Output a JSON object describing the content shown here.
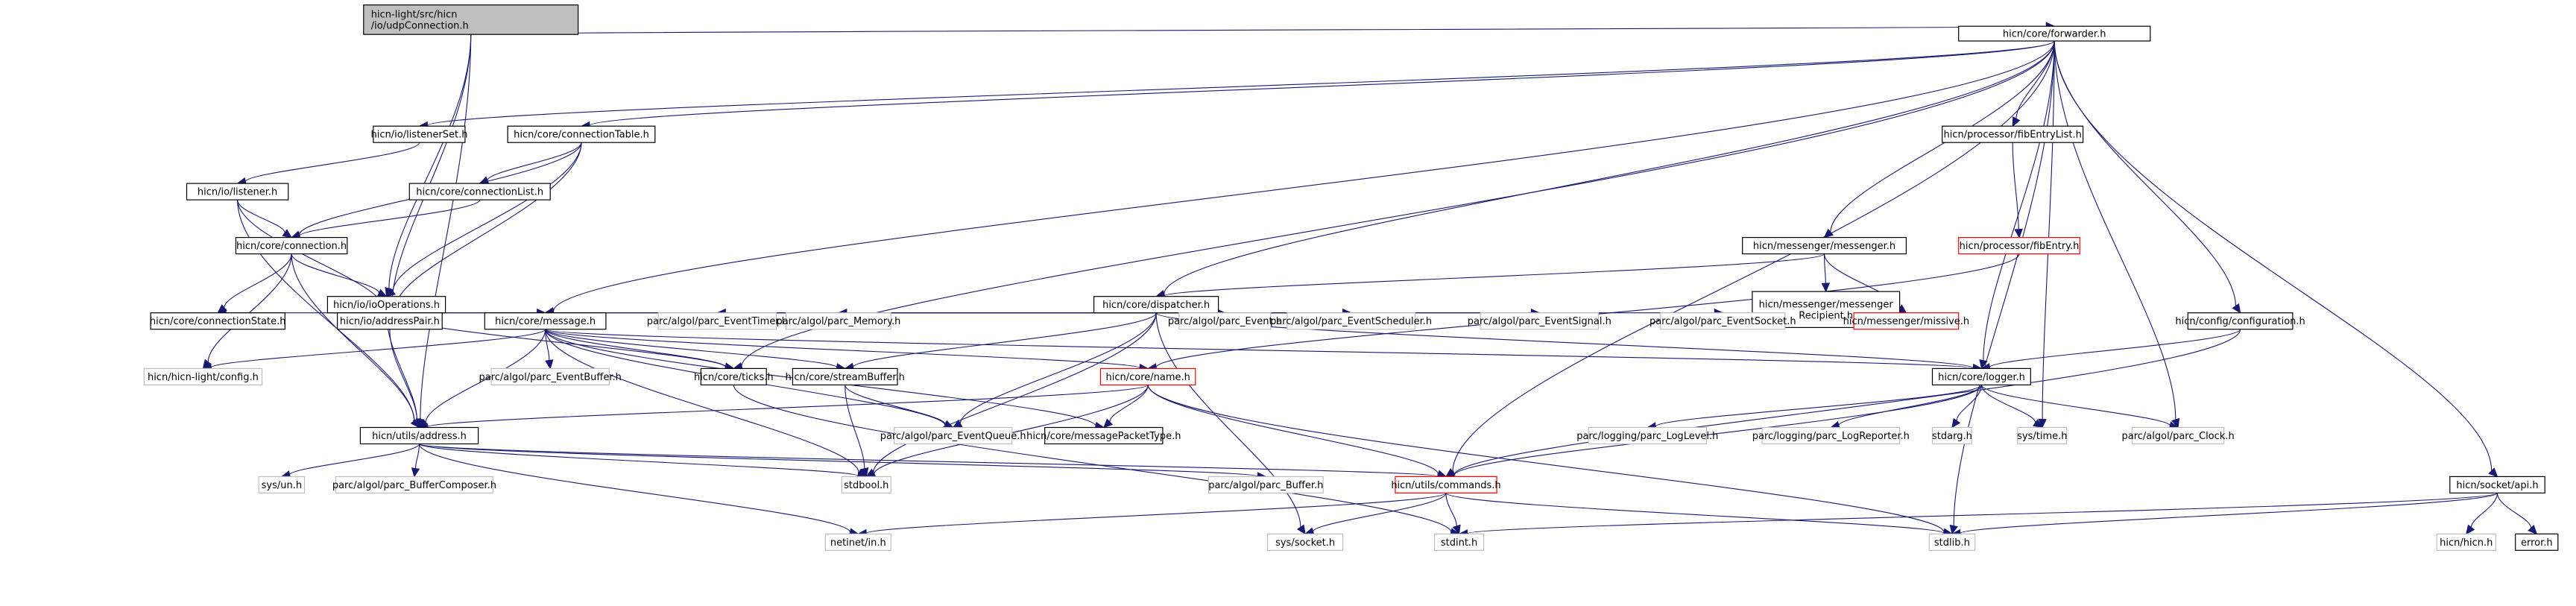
{
  "title": "Include dependency graph for udpConnection.h",
  "colors": {
    "edge": "#191970",
    "root_fill": "#bfbfbf",
    "documented_border": "#000000",
    "external_border": "#bfbfbf",
    "truncated_border": "#ff0000"
  },
  "nodes": [
    {
      "id": "udpConnection",
      "label": [
        "hicn-light/src/hicn",
        "/io/udpConnection.h"
      ],
      "kind": "root"
    },
    {
      "id": "forwarder",
      "label": [
        "hicn/core/forwarder.h"
      ],
      "kind": "documented"
    },
    {
      "id": "listenerSet",
      "label": [
        "hicn/io/listenerSet.h"
      ],
      "kind": "documented"
    },
    {
      "id": "connectionTable",
      "label": [
        "hicn/core/connectionTable.h"
      ],
      "kind": "documented"
    },
    {
      "id": "fibEntryList",
      "label": [
        "hicn/processor/fibEntryList.h"
      ],
      "kind": "documented"
    },
    {
      "id": "listener",
      "label": [
        "hicn/io/listener.h"
      ],
      "kind": "documented"
    },
    {
      "id": "connectionList",
      "label": [
        "hicn/core/connectionList.h"
      ],
      "kind": "documented"
    },
    {
      "id": "fibEntry",
      "label": [
        "hicn/processor/fibEntry.h"
      ],
      "kind": "truncated"
    },
    {
      "id": "messenger",
      "label": [
        "hicn/messenger/messenger.h"
      ],
      "kind": "documented"
    },
    {
      "id": "connection",
      "label": [
        "hicn/core/connection.h"
      ],
      "kind": "documented"
    },
    {
      "id": "dispatcher",
      "label": [
        "hicn/core/dispatcher.h"
      ],
      "kind": "documented"
    },
    {
      "id": "messengerRecipient",
      "label": [
        "hicn/messenger/messenger",
        "Recipient.h"
      ],
      "kind": "documented"
    },
    {
      "id": "ioOperations",
      "label": [
        "hicn/io/ioOperations.h"
      ],
      "kind": "documented"
    },
    {
      "id": "connectionState",
      "label": [
        "hicn/core/connectionState.h"
      ],
      "kind": "documented"
    },
    {
      "id": "addressPair",
      "label": [
        "hicn/io/addressPair.h"
      ],
      "kind": "documented"
    },
    {
      "id": "message",
      "label": [
        "hicn/core/message.h"
      ],
      "kind": "documented"
    },
    {
      "id": "parcEventTimer",
      "label": [
        "parc/algol/parc_EventTimer.h"
      ],
      "kind": "external"
    },
    {
      "id": "parcMemory",
      "label": [
        "parc/algol/parc_Memory.h"
      ],
      "kind": "external"
    },
    {
      "id": "parcEvent",
      "label": [
        "parc/algol/parc_Event.h"
      ],
      "kind": "external"
    },
    {
      "id": "parcEventScheduler",
      "label": [
        "parc/algol/parc_EventScheduler.h"
      ],
      "kind": "external"
    },
    {
      "id": "parcEventSignal",
      "label": [
        "parc/algol/parc_EventSignal.h"
      ],
      "kind": "external"
    },
    {
      "id": "parcEventSocket",
      "label": [
        "parc/algol/parc_EventSocket.h"
      ],
      "kind": "external"
    },
    {
      "id": "missive",
      "label": [
        "hicn/messenger/missive.h"
      ],
      "kind": "truncated"
    },
    {
      "id": "configuration",
      "label": [
        "hicn/config/configuration.h"
      ],
      "kind": "documented"
    },
    {
      "id": "hicnLightConfig",
      "label": [
        "hicn/hicn-light/config.h"
      ],
      "kind": "external"
    },
    {
      "id": "parcEventBuffer",
      "label": [
        "parc/algol/parc_EventBuffer.h"
      ],
      "kind": "external"
    },
    {
      "id": "ticks",
      "label": [
        "hicn/core/ticks.h"
      ],
      "kind": "documented"
    },
    {
      "id": "streamBuffer",
      "label": [
        "hicn/core/streamBuffer.h"
      ],
      "kind": "documented"
    },
    {
      "id": "name",
      "label": [
        "hicn/core/name.h"
      ],
      "kind": "truncated"
    },
    {
      "id": "logger",
      "label": [
        "hicn/core/logger.h"
      ],
      "kind": "documented"
    },
    {
      "id": "address",
      "label": [
        "hicn/utils/address.h"
      ],
      "kind": "documented"
    },
    {
      "id": "parcEventQueue",
      "label": [
        "parc/algol/parc_EventQueue.h"
      ],
      "kind": "external"
    },
    {
      "id": "messagePacketType",
      "label": [
        "hicn/core/messagePacketType.h"
      ],
      "kind": "documented"
    },
    {
      "id": "parcLogLevel",
      "label": [
        "parc/logging/parc_LogLevel.h"
      ],
      "kind": "external"
    },
    {
      "id": "parcLogReporter",
      "label": [
        "parc/logging/parc_LogReporter.h"
      ],
      "kind": "external"
    },
    {
      "id": "stdarg",
      "label": [
        "stdarg.h"
      ],
      "kind": "external"
    },
    {
      "id": "sysTime",
      "label": [
        "sys/time.h"
      ],
      "kind": "external"
    },
    {
      "id": "parcClock",
      "label": [
        "parc/algol/parc_Clock.h"
      ],
      "kind": "external"
    },
    {
      "id": "sysUn",
      "label": [
        "sys/un.h"
      ],
      "kind": "external"
    },
    {
      "id": "parcBufferComposer",
      "label": [
        "parc/algol/parc_BufferComposer.h"
      ],
      "kind": "external"
    },
    {
      "id": "stdbool",
      "label": [
        "stdbool.h"
      ],
      "kind": "external"
    },
    {
      "id": "parcBuffer",
      "label": [
        "parc/algol/parc_Buffer.h"
      ],
      "kind": "external"
    },
    {
      "id": "commands",
      "label": [
        "hicn/utils/commands.h"
      ],
      "kind": "truncated"
    },
    {
      "id": "socketApi",
      "label": [
        "hicn/socket/api.h"
      ],
      "kind": "documented"
    },
    {
      "id": "netinetIn",
      "label": [
        "netinet/in.h"
      ],
      "kind": "external"
    },
    {
      "id": "sysSocket",
      "label": [
        "sys/socket.h"
      ],
      "kind": "external"
    },
    {
      "id": "stdint",
      "label": [
        "stdint.h"
      ],
      "kind": "external"
    },
    {
      "id": "stdlib",
      "label": [
        "stdlib.h"
      ],
      "kind": "external"
    },
    {
      "id": "hicnHicn",
      "label": [
        "hicn/hicn.h"
      ],
      "kind": "external"
    },
    {
      "id": "errorH",
      "label": [
        "error.h"
      ],
      "kind": "documented"
    }
  ],
  "edges": [
    [
      "udpConnection",
      "forwarder"
    ],
    [
      "udpConnection",
      "address"
    ],
    [
      "udpConnection",
      "addressPair"
    ],
    [
      "udpConnection",
      "ioOperations"
    ],
    [
      "forwarder",
      "listenerSet"
    ],
    [
      "forwarder",
      "connectionTable"
    ],
    [
      "forwarder",
      "fibEntryList"
    ],
    [
      "forwarder",
      "messenger"
    ],
    [
      "forwarder",
      "dispatcher"
    ],
    [
      "forwarder",
      "message"
    ],
    [
      "forwarder",
      "configuration"
    ],
    [
      "forwarder",
      "logger"
    ],
    [
      "forwarder",
      "ticks"
    ],
    [
      "forwarder",
      "sysTime"
    ],
    [
      "forwarder",
      "parcClock"
    ],
    [
      "forwarder",
      "commands"
    ],
    [
      "forwarder",
      "stdlib"
    ],
    [
      "forwarder",
      "socketApi"
    ],
    [
      "listenerSet",
      "listener"
    ],
    [
      "listener",
      "connection"
    ],
    [
      "listener",
      "addressPair"
    ],
    [
      "listener",
      "address"
    ],
    [
      "connectionTable",
      "connection"
    ],
    [
      "connectionTable",
      "connectionList"
    ],
    [
      "connectionTable",
      "ioOperations"
    ],
    [
      "connectionTable",
      "addressPair"
    ],
    [
      "connectionList",
      "connection"
    ],
    [
      "connection",
      "ioOperations"
    ],
    [
      "connection",
      "connectionState"
    ],
    [
      "connection",
      "address"
    ],
    [
      "connection",
      "hicnLightConfig"
    ],
    [
      "ioOperations",
      "connectionState"
    ],
    [
      "ioOperations",
      "addressPair"
    ],
    [
      "ioOperations",
      "message"
    ],
    [
      "ioOperations",
      "ticks"
    ],
    [
      "ioOperations",
      "address"
    ],
    [
      "addressPair",
      "address"
    ],
    [
      "fibEntryList",
      "fibEntry"
    ],
    [
      "fibEntry",
      "name"
    ],
    [
      "messenger",
      "dispatcher"
    ],
    [
      "messenger",
      "messengerRecipient"
    ],
    [
      "messenger",
      "missive"
    ],
    [
      "messengerRecipient",
      "missive"
    ],
    [
      "dispatcher",
      "addressPair"
    ],
    [
      "dispatcher",
      "message"
    ],
    [
      "dispatcher",
      "parcEventTimer"
    ],
    [
      "dispatcher",
      "parcMemory"
    ],
    [
      "dispatcher",
      "parcEvent"
    ],
    [
      "dispatcher",
      "parcEventScheduler"
    ],
    [
      "dispatcher",
      "parcEventSignal"
    ],
    [
      "dispatcher",
      "parcEventSocket"
    ],
    [
      "dispatcher",
      "streamBuffer"
    ],
    [
      "dispatcher",
      "parcEventQueue"
    ],
    [
      "dispatcher",
      "logger"
    ],
    [
      "dispatcher",
      "stdbool"
    ],
    [
      "dispatcher",
      "sysSocket"
    ],
    [
      "message",
      "hicnLightConfig"
    ],
    [
      "message",
      "parcEventBuffer"
    ],
    [
      "message",
      "ticks"
    ],
    [
      "message",
      "streamBuffer"
    ],
    [
      "message",
      "name"
    ],
    [
      "message",
      "logger"
    ],
    [
      "message",
      "address"
    ],
    [
      "message",
      "parcEventQueue"
    ],
    [
      "message",
      "messagePacketType"
    ],
    [
      "message",
      "stdbool"
    ],
    [
      "ticks",
      "stdint"
    ],
    [
      "streamBuffer",
      "parcEventQueue"
    ],
    [
      "streamBuffer",
      "stdbool"
    ],
    [
      "name",
      "address"
    ],
    [
      "name",
      "messagePacketType"
    ],
    [
      "name",
      "commands"
    ],
    [
      "name",
      "stdbool"
    ],
    [
      "name",
      "stdlib"
    ],
    [
      "configuration",
      "logger"
    ],
    [
      "configuration",
      "commands"
    ],
    [
      "logger",
      "parcLogLevel"
    ],
    [
      "logger",
      "parcLogReporter"
    ],
    [
      "logger",
      "stdarg"
    ],
    [
      "logger",
      "sysTime"
    ],
    [
      "logger",
      "parcClock"
    ],
    [
      "logger",
      "commands"
    ],
    [
      "address",
      "sysUn"
    ],
    [
      "address",
      "parcBufferComposer"
    ],
    [
      "address",
      "stdbool"
    ],
    [
      "address",
      "parcBuffer"
    ],
    [
      "address",
      "commands"
    ],
    [
      "address",
      "netinetIn"
    ],
    [
      "commands",
      "netinetIn"
    ],
    [
      "commands",
      "sysSocket"
    ],
    [
      "commands",
      "stdint"
    ],
    [
      "commands",
      "stdlib"
    ],
    [
      "socketApi",
      "stdint"
    ],
    [
      "socketApi",
      "stdlib"
    ],
    [
      "socketApi",
      "hicnHicn"
    ],
    [
      "socketApi",
      "errorH"
    ]
  ]
}
